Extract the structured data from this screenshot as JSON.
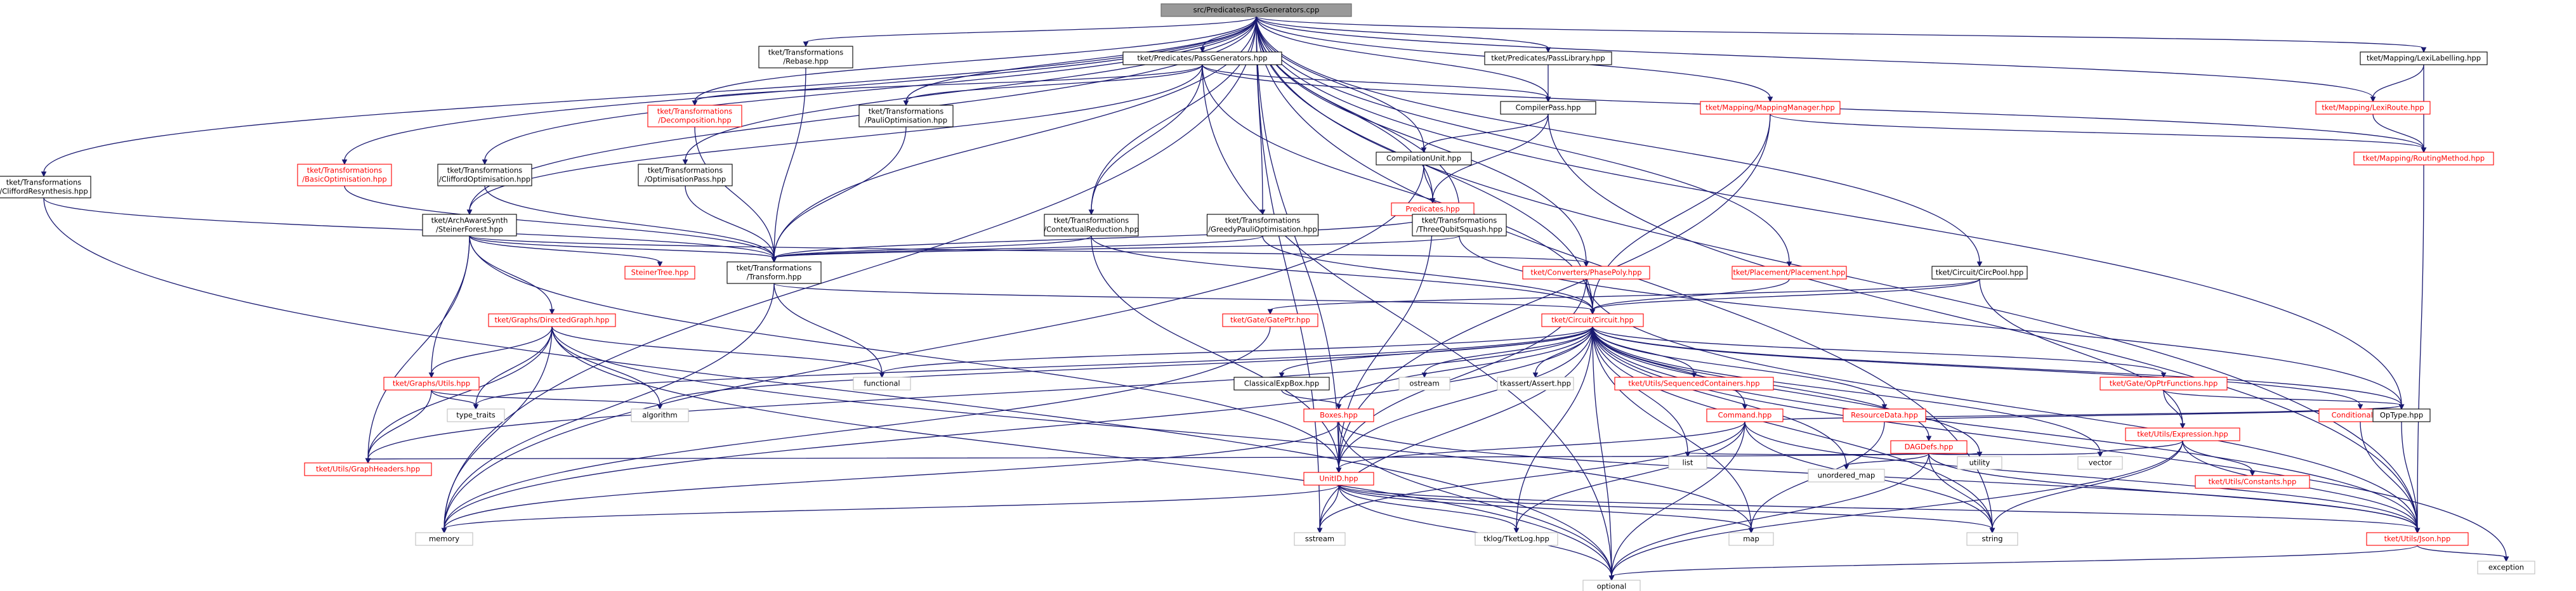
{
  "colors": {
    "edge": "#191970",
    "root_fill": "#999999",
    "root_stroke": "#666666",
    "node_stroke_black": "#000000",
    "node_stroke_red": "#ff0000",
    "node_stroke_grey": "#bfbfbf",
    "node_fill": "#ffffff",
    "text_red": "#ff0000",
    "text_black": "#000000"
  },
  "nodes": [
    {
      "id": "root",
      "lines": [
        "src/Predicates/PassGenerators.cpp"
      ],
      "style": "root"
    },
    {
      "id": "cliffordresynth",
      "lines": [
        "tket/Transformations",
        "/CliffordResynthesis.hpp"
      ],
      "style": "black"
    },
    {
      "id": "basicopt",
      "lines": [
        "tket/Transformations",
        "/BasicOptimisation.hpp"
      ],
      "style": "red"
    },
    {
      "id": "cliffordopt",
      "lines": [
        "tket/Transformations",
        "/CliffordOptimisation.hpp"
      ],
      "style": "black"
    },
    {
      "id": "rebase",
      "lines": [
        "tket/Transformations",
        "/Rebase.hpp"
      ],
      "style": "black"
    },
    {
      "id": "optpass",
      "lines": [
        "tket/Transformations",
        "/OptimisationPass.hpp"
      ],
      "style": "black"
    },
    {
      "id": "decomposition",
      "lines": [
        "tket/Transformations",
        "/Decomposition.hpp"
      ],
      "style": "red"
    },
    {
      "id": "pauliopt",
      "lines": [
        "tket/Transformations",
        "/PauliOptimisation.hpp"
      ],
      "style": "black"
    },
    {
      "id": "passgen",
      "lines": [
        "tket/Predicates/PassGenerators.hpp"
      ],
      "style": "black"
    },
    {
      "id": "passlib",
      "lines": [
        "tket/Predicates/PassLibrary.hpp"
      ],
      "style": "black"
    },
    {
      "id": "compilerpass",
      "lines": [
        "CompilerPass.hpp"
      ],
      "style": "black"
    },
    {
      "id": "compilationunit",
      "lines": [
        "CompilationUnit.hpp"
      ],
      "style": "black"
    },
    {
      "id": "predicates",
      "lines": [
        "Predicates.hpp"
      ],
      "style": "red"
    },
    {
      "id": "mappingmanager",
      "lines": [
        "tket/Mapping/MappingManager.hpp"
      ],
      "style": "red"
    },
    {
      "id": "lexilabelling",
      "lines": [
        "tket/Mapping/LexiLabelling.hpp"
      ],
      "style": "black"
    },
    {
      "id": "lexiroute",
      "lines": [
        "tket/Mapping/LexiRoute.hpp"
      ],
      "style": "red"
    },
    {
      "id": "routingmethod",
      "lines": [
        "tket/Mapping/RoutingMethod.hpp"
      ],
      "style": "red"
    },
    {
      "id": "steiner",
      "lines": [
        "tket/ArchAwareSynth",
        "/SteinerForest.hpp"
      ],
      "style": "black"
    },
    {
      "id": "contextual",
      "lines": [
        "tket/Transformations",
        "/ContextualReduction.hpp"
      ],
      "style": "black"
    },
    {
      "id": "greedy",
      "lines": [
        "tket/Transformations",
        "/GreedyPauliOptimisation.hpp"
      ],
      "style": "black"
    },
    {
      "id": "threequbit",
      "lines": [
        "tket/Transformations",
        "/ThreeQubitSquash.hpp"
      ],
      "style": "black"
    },
    {
      "id": "transform",
      "lines": [
        "tket/Transformations",
        "/Transform.hpp"
      ],
      "style": "black"
    },
    {
      "id": "steinertree",
      "lines": [
        "SteinerTree.hpp"
      ],
      "style": "red"
    },
    {
      "id": "phasepoly",
      "lines": [
        "tket/Converters/PhasePoly.hpp"
      ],
      "style": "red"
    },
    {
      "id": "placement",
      "lines": [
        "tket/Placement/Placement.hpp"
      ],
      "style": "red"
    },
    {
      "id": "circpool",
      "lines": [
        "tket/Circuit/CircPool.hpp"
      ],
      "style": "black"
    },
    {
      "id": "gateptr",
      "lines": [
        "tket/Gate/GatePtr.hpp"
      ],
      "style": "red"
    },
    {
      "id": "circuit",
      "lines": [
        "tket/Circuit/Circuit.hpp"
      ],
      "style": "red"
    },
    {
      "id": "directedgraph",
      "lines": [
        "tket/Graphs/DirectedGraph.hpp"
      ],
      "style": "red"
    },
    {
      "id": "graphsutils",
      "lines": [
        "tket/Graphs/Utils.hpp"
      ],
      "style": "red"
    },
    {
      "id": "functional",
      "lines": [
        "functional"
      ],
      "style": "grey"
    },
    {
      "id": "typetraits",
      "lines": [
        "type_traits"
      ],
      "style": "grey"
    },
    {
      "id": "algorithm",
      "lines": [
        "algorithm"
      ],
      "style": "grey"
    },
    {
      "id": "graphheaders",
      "lines": [
        "tket/Utils/GraphHeaders.hpp"
      ],
      "style": "red"
    },
    {
      "id": "classicalexpbox",
      "lines": [
        "ClassicalExpBox.hpp"
      ],
      "style": "black"
    },
    {
      "id": "boxes",
      "lines": [
        "Boxes.hpp"
      ],
      "style": "red"
    },
    {
      "id": "ostream",
      "lines": [
        "ostream"
      ],
      "style": "grey"
    },
    {
      "id": "tkassert",
      "lines": [
        "tkassert/Assert.hpp"
      ],
      "style": "grey"
    },
    {
      "id": "seqcontainers",
      "lines": [
        "tket/Utils/SequencedContainers.hpp"
      ],
      "style": "red"
    },
    {
      "id": "command",
      "lines": [
        "Command.hpp"
      ],
      "style": "red"
    },
    {
      "id": "resourcedata",
      "lines": [
        "ResourceData.hpp"
      ],
      "style": "red"
    },
    {
      "id": "dagdefs",
      "lines": [
        "DAGDefs.hpp"
      ],
      "style": "red"
    },
    {
      "id": "opptrfunctions",
      "lines": [
        "tket/Gate/OpPtrFunctions.hpp"
      ],
      "style": "red"
    },
    {
      "id": "expression",
      "lines": [
        "tket/Utils/Expression.hpp"
      ],
      "style": "red"
    },
    {
      "id": "constants",
      "lines": [
        "tket/Utils/Constants.hpp"
      ],
      "style": "red"
    },
    {
      "id": "conditional",
      "lines": [
        "Conditional.hpp"
      ],
      "style": "red"
    },
    {
      "id": "optype",
      "lines": [
        "OpType.hpp"
      ],
      "style": "black"
    },
    {
      "id": "unitid",
      "lines": [
        "UnitID.hpp"
      ],
      "style": "red"
    },
    {
      "id": "json",
      "lines": [
        "tket/Utils/Json.hpp"
      ],
      "style": "red"
    },
    {
      "id": "memory",
      "lines": [
        "memory"
      ],
      "style": "grey"
    },
    {
      "id": "sstream",
      "lines": [
        "sstream"
      ],
      "style": "grey"
    },
    {
      "id": "tklog",
      "lines": [
        "tklog/TketLog.hpp"
      ],
      "style": "grey"
    },
    {
      "id": "map",
      "lines": [
        "map"
      ],
      "style": "grey"
    },
    {
      "id": "string",
      "lines": [
        "string"
      ],
      "style": "grey"
    },
    {
      "id": "list",
      "lines": [
        "list"
      ],
      "style": "grey"
    },
    {
      "id": "unorderedmap",
      "lines": [
        "unordered_map"
      ],
      "style": "grey"
    },
    {
      "id": "utility",
      "lines": [
        "utility"
      ],
      "style": "grey"
    },
    {
      "id": "vector",
      "lines": [
        "vector"
      ],
      "style": "grey"
    },
    {
      "id": "optional",
      "lines": [
        "optional"
      ],
      "style": "grey"
    },
    {
      "id": "exception",
      "lines": [
        "exception"
      ],
      "style": "grey"
    }
  ],
  "edges": [
    [
      "root",
      "cliffordresynth"
    ],
    [
      "root",
      "basicopt"
    ],
    [
      "root",
      "cliffordopt"
    ],
    [
      "root",
      "rebase"
    ],
    [
      "root",
      "optpass"
    ],
    [
      "root",
      "decomposition"
    ],
    [
      "root",
      "pauliopt"
    ],
    [
      "root",
      "passgen"
    ],
    [
      "root",
      "passlib"
    ],
    [
      "root",
      "compilerpass"
    ],
    [
      "root",
      "compilationunit"
    ],
    [
      "root",
      "predicates"
    ],
    [
      "root",
      "mappingmanager"
    ],
    [
      "root",
      "lexilabelling"
    ],
    [
      "root",
      "lexiroute"
    ],
    [
      "root",
      "steiner"
    ],
    [
      "root",
      "contextual"
    ],
    [
      "root",
      "greedy"
    ],
    [
      "root",
      "threequbit"
    ],
    [
      "root",
      "transform"
    ],
    [
      "root",
      "phasepoly"
    ],
    [
      "root",
      "placement"
    ],
    [
      "root",
      "circpool"
    ],
    [
      "root",
      "circuit"
    ],
    [
      "root",
      "optype"
    ],
    [
      "root",
      "json"
    ],
    [
      "root",
      "memory"
    ],
    [
      "root",
      "sstream"
    ],
    [
      "root",
      "string"
    ],
    [
      "root",
      "unitid"
    ],
    [
      "passgen",
      "decomposition"
    ],
    [
      "passgen",
      "pauliopt"
    ],
    [
      "passgen",
      "compilerpass"
    ],
    [
      "passgen",
      "steiner"
    ],
    [
      "passgen",
      "contextual"
    ],
    [
      "passgen",
      "circuit"
    ],
    [
      "passgen",
      "routingmethod"
    ],
    [
      "passgen",
      "optional"
    ],
    [
      "passlib",
      "compilerpass"
    ],
    [
      "compilerpass",
      "compilationunit"
    ],
    [
      "compilerpass",
      "predicates"
    ],
    [
      "compilerpass",
      "json"
    ],
    [
      "compilationunit",
      "predicates"
    ],
    [
      "compilationunit",
      "memory"
    ],
    [
      "lexilabelling",
      "lexiroute"
    ],
    [
      "lexilabelling",
      "routingmethod"
    ],
    [
      "lexiroute",
      "routingmethod"
    ],
    [
      "mappingmanager",
      "routingmethod"
    ],
    [
      "mappingmanager",
      "circuit"
    ],
    [
      "mappingmanager",
      "unitid"
    ],
    [
      "routingmethod",
      "json"
    ],
    [
      "cliffordresynth",
      "transform"
    ],
    [
      "cliffordresynth",
      "optional"
    ],
    [
      "basicopt",
      "transform"
    ],
    [
      "cliffordopt",
      "transform"
    ],
    [
      "rebase",
      "transform"
    ],
    [
      "optpass",
      "transform"
    ],
    [
      "decomposition",
      "transform"
    ],
    [
      "pauliopt",
      "transform"
    ],
    [
      "contextual",
      "transform"
    ],
    [
      "contextual",
      "circuit"
    ],
    [
      "contextual",
      "unitid"
    ],
    [
      "greedy",
      "transform"
    ],
    [
      "greedy",
      "circuit"
    ],
    [
      "threequbit",
      "transform"
    ],
    [
      "threequbit",
      "optype"
    ],
    [
      "predicates",
      "transform"
    ],
    [
      "predicates",
      "unitid"
    ],
    [
      "steiner",
      "transform"
    ],
    [
      "steiner",
      "steinertree"
    ],
    [
      "steiner",
      "directedgraph"
    ],
    [
      "steiner",
      "graphsutils"
    ],
    [
      "steiner",
      "phasepoly"
    ],
    [
      "steiner",
      "unitid"
    ],
    [
      "steiner",
      "graphheaders"
    ],
    [
      "transform",
      "circuit"
    ],
    [
      "transform",
      "functional"
    ],
    [
      "transform",
      "memory"
    ],
    [
      "phasepoly",
      "circuit"
    ],
    [
      "phasepoly",
      "unitid"
    ],
    [
      "phasepoly",
      "json"
    ],
    [
      "placement",
      "circuit"
    ],
    [
      "circpool",
      "circuit"
    ],
    [
      "circpool",
      "gateptr"
    ],
    [
      "circpool",
      "expression"
    ],
    [
      "gateptr",
      "memory"
    ],
    [
      "directedgraph",
      "graphsutils"
    ],
    [
      "directedgraph",
      "functional"
    ],
    [
      "directedgraph",
      "typetraits"
    ],
    [
      "directedgraph",
      "algorithm"
    ],
    [
      "directedgraph",
      "graphheaders"
    ],
    [
      "directedgraph",
      "memory"
    ],
    [
      "directedgraph",
      "optional"
    ],
    [
      "directedgraph",
      "map"
    ],
    [
      "graphsutils",
      "typetraits"
    ],
    [
      "graphsutils",
      "algorithm"
    ],
    [
      "graphsutils",
      "graphheaders"
    ],
    [
      "circuit",
      "functional"
    ],
    [
      "circuit",
      "typetraits"
    ],
    [
      "circuit",
      "algorithm"
    ],
    [
      "circuit",
      "graphheaders"
    ],
    [
      "circuit",
      "classicalexpbox"
    ],
    [
      "circuit",
      "boxes"
    ],
    [
      "circuit",
      "ostream"
    ],
    [
      "circuit",
      "tkassert"
    ],
    [
      "circuit",
      "seqcontainers"
    ],
    [
      "circuit",
      "command"
    ],
    [
      "circuit",
      "resourcedata"
    ],
    [
      "circuit",
      "dagdefs"
    ],
    [
      "circuit",
      "opptrfunctions"
    ],
    [
      "circuit",
      "conditional"
    ],
    [
      "circuit",
      "optype"
    ],
    [
      "circuit",
      "unitid"
    ],
    [
      "circuit",
      "json"
    ],
    [
      "circuit",
      "memory"
    ],
    [
      "circuit",
      "sstream"
    ],
    [
      "circuit",
      "tklog"
    ],
    [
      "circuit",
      "map"
    ],
    [
      "circuit",
      "string"
    ],
    [
      "circuit",
      "list"
    ],
    [
      "circuit",
      "unorderedmap"
    ],
    [
      "circuit",
      "utility"
    ],
    [
      "circuit",
      "vector"
    ],
    [
      "circuit",
      "optional"
    ],
    [
      "circuit",
      "exception"
    ],
    [
      "classicalexpbox",
      "boxes"
    ],
    [
      "boxes",
      "unitid"
    ],
    [
      "boxes",
      "memory"
    ],
    [
      "boxes",
      "optional"
    ],
    [
      "boxes",
      "json"
    ],
    [
      "command",
      "unitid"
    ],
    [
      "command",
      "optype"
    ],
    [
      "command",
      "sstream"
    ],
    [
      "command",
      "tklog"
    ],
    [
      "command",
      "string"
    ],
    [
      "command",
      "optional"
    ],
    [
      "command",
      "json"
    ],
    [
      "resourcedata",
      "map"
    ],
    [
      "resourcedata",
      "optype"
    ],
    [
      "dagdefs",
      "graphheaders"
    ],
    [
      "dagdefs",
      "list"
    ],
    [
      "dagdefs",
      "unorderedmap"
    ],
    [
      "dagdefs",
      "utility"
    ],
    [
      "dagdefs",
      "vector"
    ],
    [
      "dagdefs",
      "string"
    ],
    [
      "dagdefs",
      "optional"
    ],
    [
      "dagdefs",
      "json"
    ],
    [
      "opptrfunctions",
      "expression"
    ],
    [
      "opptrfunctions",
      "optype"
    ],
    [
      "expression",
      "constants"
    ],
    [
      "expression",
      "vector"
    ],
    [
      "expression",
      "string"
    ],
    [
      "expression",
      "optional"
    ],
    [
      "expression",
      "json"
    ],
    [
      "conditional",
      "json"
    ],
    [
      "optype",
      "json"
    ],
    [
      "unitid",
      "memory"
    ],
    [
      "unitid",
      "sstream"
    ],
    [
      "unitid",
      "tklog"
    ],
    [
      "unitid",
      "map"
    ],
    [
      "unitid",
      "string"
    ],
    [
      "unitid",
      "optional"
    ],
    [
      "unitid",
      "json"
    ],
    [
      "json",
      "optional"
    ],
    [
      "json",
      "exception"
    ]
  ]
}
